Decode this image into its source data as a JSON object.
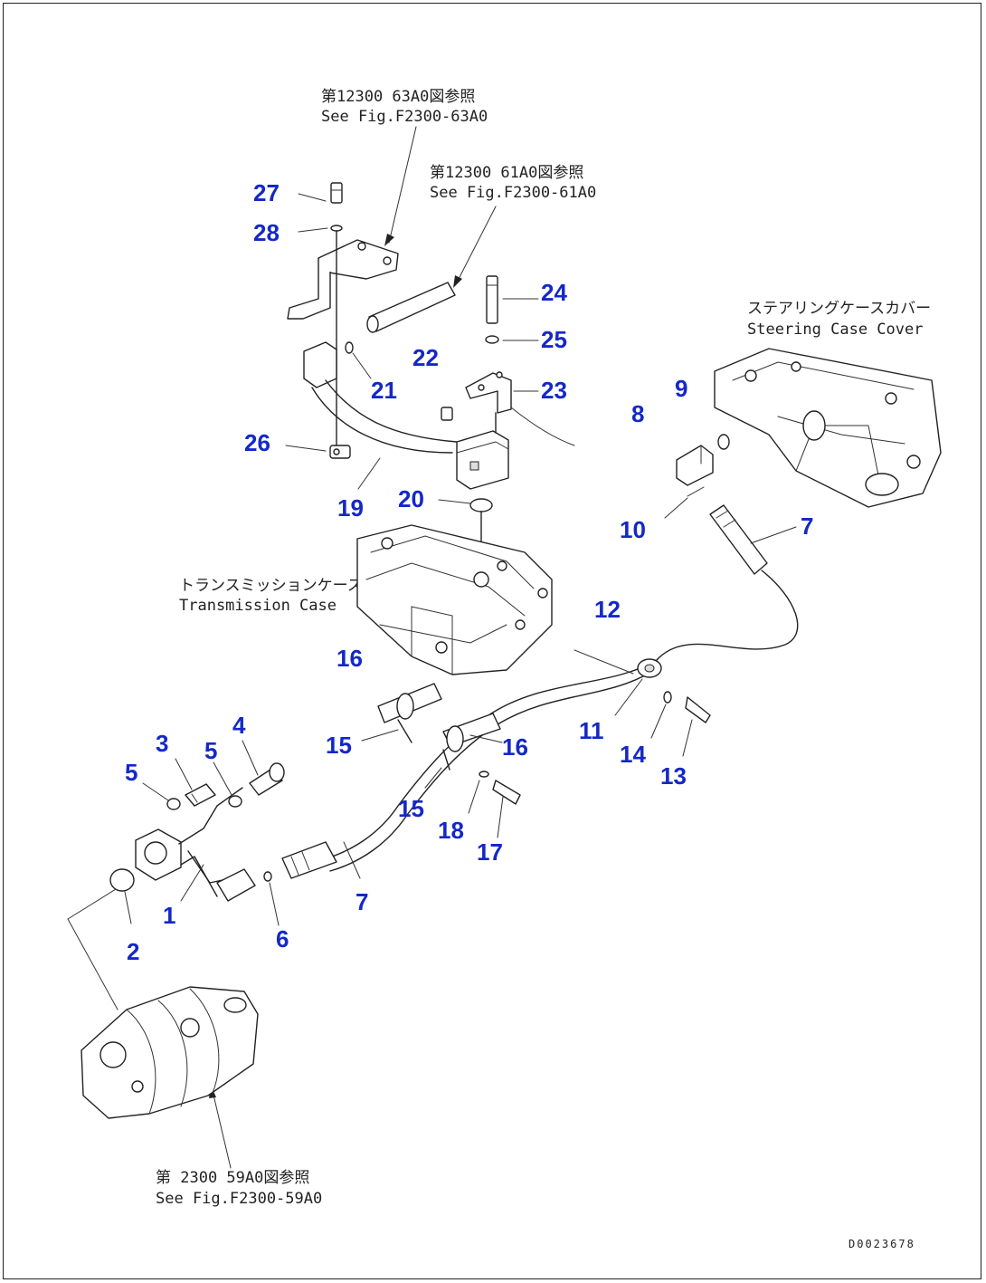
{
  "references": {
    "top_bracket": {
      "jp": "第12300 63A0図参照",
      "en": "See Fig.F2300-63A0"
    },
    "shift_rod": {
      "jp": "第12300 61A0図参照",
      "en": "See Fig.F2300-61A0"
    },
    "steering_case": {
      "jp": "ステアリングケースカバー",
      "en": "Steering Case Cover"
    },
    "transmission_case": {
      "jp": "トランスミッションケース",
      "en": "Transmission Case"
    },
    "pump": {
      "jp": "第 2300 59A0図参照",
      "en": "See Fig.F2300-59A0"
    }
  },
  "drawing_code": "D0023678",
  "callouts": [
    {
      "id": "c27",
      "label": "27"
    },
    {
      "id": "c28",
      "label": "28"
    },
    {
      "id": "c24",
      "label": "24"
    },
    {
      "id": "c25",
      "label": "25"
    },
    {
      "id": "c22",
      "label": "22"
    },
    {
      "id": "c23",
      "label": "23"
    },
    {
      "id": "c21",
      "label": "21"
    },
    {
      "id": "c26",
      "label": "26"
    },
    {
      "id": "c19",
      "label": "19"
    },
    {
      "id": "c20",
      "label": "20"
    },
    {
      "id": "c9",
      "label": "9"
    },
    {
      "id": "c8",
      "label": "8"
    },
    {
      "id": "c10",
      "label": "10"
    },
    {
      "id": "c7a",
      "label": "7"
    },
    {
      "id": "c12",
      "label": "12"
    },
    {
      "id": "c16a",
      "label": "16"
    },
    {
      "id": "c15a",
      "label": "15"
    },
    {
      "id": "c16b",
      "label": "16"
    },
    {
      "id": "c11",
      "label": "11"
    },
    {
      "id": "c14",
      "label": "14"
    },
    {
      "id": "c13",
      "label": "13"
    },
    {
      "id": "c15b",
      "label": "15"
    },
    {
      "id": "c18",
      "label": "18"
    },
    {
      "id": "c17",
      "label": "17"
    },
    {
      "id": "c3",
      "label": "3"
    },
    {
      "id": "c4",
      "label": "4"
    },
    {
      "id": "c5a",
      "label": "5"
    },
    {
      "id": "c5b",
      "label": "5"
    },
    {
      "id": "c1",
      "label": "1"
    },
    {
      "id": "c2",
      "label": "2"
    },
    {
      "id": "c6",
      "label": "6"
    },
    {
      "id": "c7b",
      "label": "7"
    }
  ]
}
